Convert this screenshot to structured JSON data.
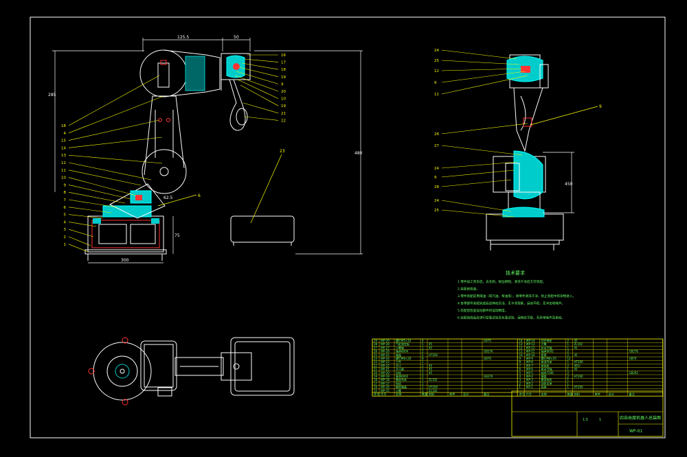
{
  "drawing": {
    "background": "#000000",
    "colors": {
      "outline": "#ffffff",
      "leader": "#ffff00",
      "section_fill": "#00cccc",
      "accent": "#ff3333",
      "hatch": "#66ff66"
    },
    "front_view": {
      "dims": {
        "top_a": "125.5",
        "top_b": "50",
        "left_height": "285",
        "right_height": "480",
        "base_width": "300",
        "base_height": "75",
        "joint": "62.5"
      },
      "left_labels": [
        "18",
        "4",
        "15",
        "14",
        "13",
        "12",
        "11",
        "10",
        "9",
        "8",
        "7",
        "6",
        "5",
        "4",
        "3",
        "2",
        "1"
      ],
      "right_labels": [
        "16",
        "17",
        "18",
        "19",
        "9",
        "20",
        "10",
        "19",
        "21",
        "22"
      ],
      "joint_label": "6",
      "object_label": "23"
    },
    "side_view": {
      "left_labels": [
        "24",
        "25",
        "12",
        "9",
        "11",
        "26",
        "27",
        "24",
        "9",
        "28",
        "24",
        "25"
      ],
      "right_label": "9",
      "height_dim": "450"
    },
    "tech_req": {
      "title": "技术要求",
      "lines": [
        "1.零件加工完毕后，去毛刺，锐边倒钝，清洗干净后方可装配。",
        "2.装配前检查。",
        "3.零件装配前用煤油（或汽油、柴油等），将零件清洗干净，防止装配中有杂物进入。",
        "4.各零部件装配完成后应转动灵活，无卡滞现象，运动平稳，无冲击和噪声。",
        "5.装配后检查运动部件的运动精度。",
        "6.装配完成后应进行空载试验及负载试验，运转应平稳，无异常噪声及振动。"
      ]
    },
    "title_block": {
      "title": "四自由度机器人总装图",
      "drawing_no": "WP-01",
      "scale": "1:5",
      "sheet": "1",
      "headers": [
        "序号",
        "代号",
        "名称",
        "数量",
        "材料",
        "单件",
        "总计",
        "备注"
      ],
      "rows": [
        [
          "29",
          "WP-29",
          "螺钉M5×16",
          "4",
          "",
          "",
          "",
          "GB70"
        ],
        [
          "28",
          "WP-28",
          "气缸固定板",
          "1",
          "45",
          "",
          "",
          ""
        ],
        [
          "27",
          "WP-27",
          "小臂轴",
          "1",
          "45",
          "",
          "",
          ""
        ],
        [
          "26",
          "WP-26",
          "轴承6004",
          "2",
          "",
          "",
          "",
          "GB276"
        ],
        [
          "25",
          "WP-25",
          "端盖",
          "2",
          "HT200",
          "",
          "",
          ""
        ],
        [
          "24",
          "WP-24",
          "螺钉M6×20",
          "8",
          "",
          "",
          "",
          "GB70"
        ],
        [
          "23",
          "WP-23",
          "工件",
          "1",
          "",
          "",
          "",
          ""
        ],
        [
          "22",
          "WP-22",
          "手爪",
          "2",
          "45",
          "",
          "",
          ""
        ],
        [
          "21",
          "WP-21",
          "手爪座",
          "1",
          "45",
          "",
          "",
          ""
        ],
        [
          "20",
          "WP-20",
          "齿轮",
          "1",
          "45",
          "",
          "",
          ""
        ],
        [
          "19",
          "WP-19",
          "轴承6002",
          "2",
          "",
          "",
          "",
          "GB276"
        ],
        [
          "18",
          "WP-18",
          "腕部壳体",
          "1",
          "ZL102",
          "",
          "",
          ""
        ],
        [
          "17",
          "WP-17",
          "电机",
          "1",
          "",
          "",
          "",
          ""
        ],
        [
          "16",
          "WP-16",
          "腕部端盖",
          "1",
          "HT200",
          "",
          "",
          ""
        ],
        [
          "15",
          "WP-15",
          "小臂",
          "1",
          "ZL102",
          "",
          "",
          ""
        ],
        [
          "14",
          "WP-14",
          "同步带轮",
          "2",
          "45",
          "",
          "",
          ""
        ],
        [
          "13",
          "WP-13",
          "大臂",
          "1",
          "ZL102",
          "",
          "",
          ""
        ],
        [
          "12",
          "WP-12",
          "肘关节轴",
          "1",
          "45",
          "",
          "",
          ""
        ],
        [
          "11",
          "WP-11",
          "轴承6005",
          "2",
          "",
          "",
          "",
          "GB276"
        ],
        [
          "10",
          "WP-10",
          "套筒",
          "2",
          "45",
          "",
          "",
          ""
        ],
        [
          "9",
          "WP-9",
          "螺钉M8×25",
          "12",
          "",
          "",
          "",
          "GB70"
        ],
        [
          "8",
          "WP-8",
          "肩部壳体",
          "1",
          "HT200",
          "",
          "",
          ""
        ],
        [
          "7",
          "WP-7",
          "锥齿轮",
          "2",
          "40Cr",
          "",
          "",
          ""
        ],
        [
          "6",
          "WP-6",
          "肩关节轴",
          "1",
          "45",
          "",
          "",
          ""
        ],
        [
          "5",
          "WP-5",
          "轴承7206",
          "2",
          "",
          "",
          "",
          "GB292"
        ],
        [
          "4",
          "WP-4",
          "端盖",
          "2",
          "HT200",
          "",
          "",
          ""
        ],
        [
          "3",
          "WP-3",
          "腰部电机",
          "1",
          "",
          "",
          "",
          ""
        ],
        [
          "2",
          "WP-2",
          "回转支承",
          "1",
          "",
          "",
          "",
          ""
        ],
        [
          "1",
          "WP-1",
          "底座",
          "1",
          "HT200",
          "",
          "",
          ""
        ]
      ]
    }
  }
}
